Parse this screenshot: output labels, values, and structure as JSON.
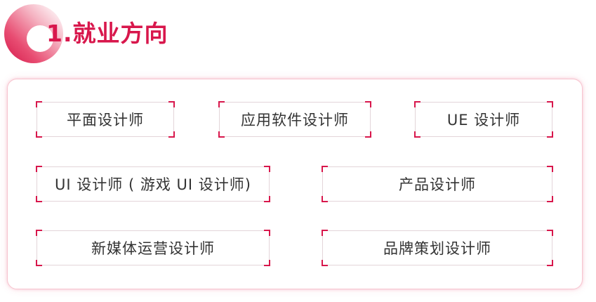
{
  "header": {
    "title": "1.就业方向"
  },
  "jobs": [
    {
      "label": "平面设计师"
    },
    {
      "label": "应用软件设计师"
    },
    {
      "label": "UE 设计师"
    },
    {
      "label": "UI 设计师 ( 游戏 UI 设计师)"
    },
    {
      "label": "产品设计师"
    },
    {
      "label": "新媒体运营设计师"
    },
    {
      "label": "品牌策划设计师"
    }
  ],
  "colors": {
    "accent": "#d8174c",
    "panel_border": "#f7c4cf",
    "box_border": "#e3d5d9",
    "text": "#333333"
  }
}
